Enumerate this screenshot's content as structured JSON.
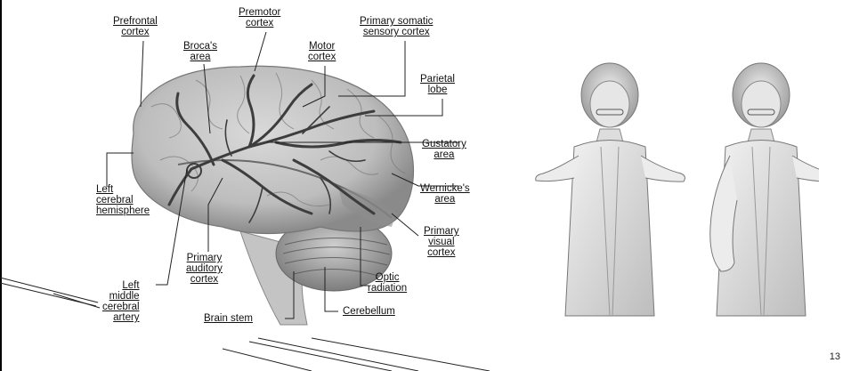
{
  "slide": {
    "page_number": "13"
  },
  "brain_labels": {
    "prefrontal_1": "Prefrontal",
    "prefrontal_2": "cortex",
    "premotor_1": "Premotor",
    "premotor_2": "cortex",
    "primary_somatic_1": "Primary somatic",
    "primary_somatic_2": "sensory cortex",
    "brocas_1": "Broca's",
    "brocas_2": "area",
    "motor_1": "Motor",
    "motor_2": "cortex",
    "parietal_1": "Parietal",
    "parietal_2": "lobe",
    "gustatory_1": "Gustatory",
    "gustatory_2": "area",
    "left_hemi_1": "Left",
    "left_hemi_2": "cerebral",
    "left_hemi_3": "hemisphere",
    "wernicke_1": "Wernicke's",
    "wernicke_2": "area",
    "visual_1": "Primary",
    "visual_2": "visual",
    "visual_3": "cortex",
    "auditory_1": "Primary",
    "auditory_2": "auditory",
    "auditory_3": "cortex",
    "optic_1": "Optic",
    "optic_2": "radiation",
    "lmca_1": "Left",
    "lmca_2": "middle",
    "lmca_3": "cerebral",
    "lmca_4": "artery",
    "brain_stem": "Brain stem",
    "cerebellum": "Cerebellum"
  }
}
